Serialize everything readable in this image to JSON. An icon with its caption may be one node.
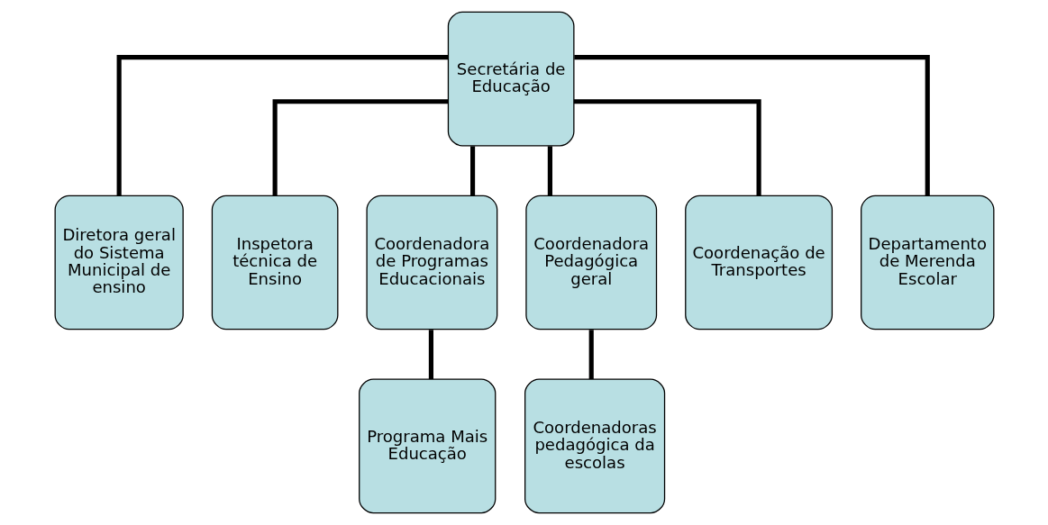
{
  "diagram": {
    "nodes": [
      {
        "text": [
          "Secretária de Educação"
        ]
      },
      {
        "text": [
          "Diretora geral do Sistema Municipal de ensino"
        ]
      },
      {
        "text": [
          "Inspetora técnica de Ensino"
        ]
      },
      {
        "text": [
          "Coordenadora de Programas Educacionais"
        ]
      },
      {
        "text": [
          "Coordenadora Pedagógica geral"
        ]
      },
      {
        "text": [
          "Coordenação de Transportes"
        ]
      },
      {
        "text": [
          "Departamento de Merenda Escolar"
        ]
      },
      {
        "text": [
          "Programa Mais Educação"
        ]
      },
      {
        "text": [
          "Coordenadoras pedagógica da escolas"
        ]
      }
    ],
    "edges": [
      {
        "from": 0,
        "to": 1,
        "arrow": "none"
      },
      {
        "from": 0,
        "to": 2,
        "arrow": "none"
      },
      {
        "from": 0,
        "to": 3,
        "arrow": "none"
      },
      {
        "from": 0,
        "to": 4,
        "arrow": "none"
      },
      {
        "from": 0,
        "to": 5,
        "arrow": "none"
      },
      {
        "from": 0,
        "to": 6,
        "arrow": "none"
      },
      {
        "from": 3,
        "to": 7,
        "arrow": "none"
      },
      {
        "from": 4,
        "to": 8,
        "arrow": "none"
      }
    ]
  }
}
